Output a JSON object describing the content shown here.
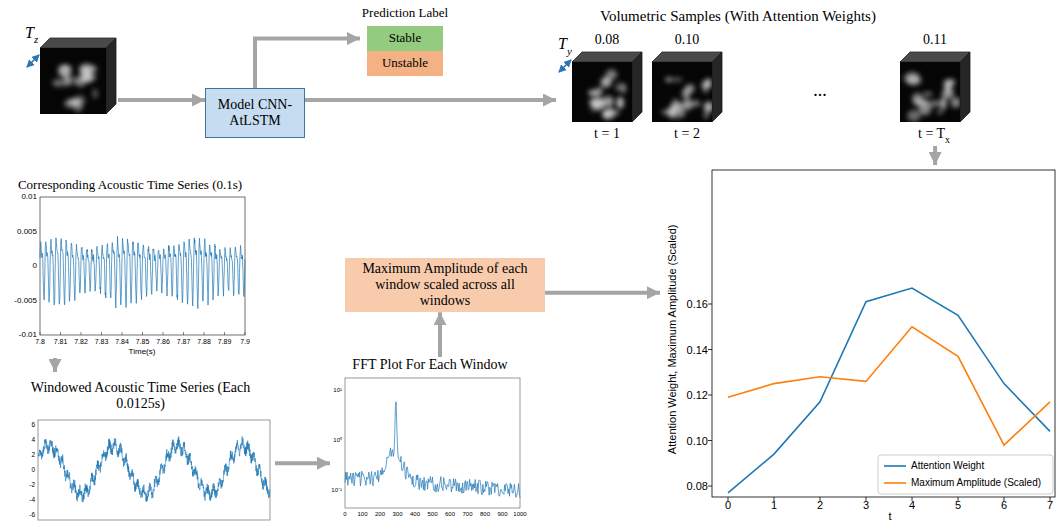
{
  "diagram": {
    "nodes": [
      {
        "text": [
          "T",
          "z"
        ]
      },
      {
        "text": [
          "Model CNN-AtLSTM"
        ]
      },
      {
        "text": [
          "Prediction Label"
        ]
      },
      {
        "text": [
          "Stable"
        ],
        "in": 2
      },
      {
        "text": [
          "Unstable"
        ],
        "in": 2
      },
      {
        "text": [
          "Volumetric Samples (With Attention Weights)"
        ]
      },
      {
        "text": [
          "0.08",
          "t = 1"
        ],
        "in": 5
      },
      {
        "text": [
          "0.10",
          "t = 2"
        ],
        "in": 5
      },
      {
        "text": [
          "0.11",
          "t = T",
          "x"
        ],
        "in": 5
      },
      {
        "text": [
          "Corresponding Acoustic Time Series (0.1s)"
        ]
      },
      {
        "text": [
          "Windowed Acoustic Time Series (Each 0.0125s)"
        ]
      },
      {
        "text": [
          "FFT Plot For Each Window"
        ]
      },
      {
        "text": [
          "Maximum Amplitude of each window scaled across all windows"
        ]
      },
      {
        "text": [
          "Attention Weight, Maximum Amplitude (Scaled)"
        ]
      }
    ],
    "edges": [
      {
        "from": 0,
        "to": 1,
        "arrow": "to"
      },
      {
        "from": 1,
        "to": 2,
        "arrow": "to"
      },
      {
        "from": 1,
        "to": 5,
        "arrow": "to"
      },
      {
        "from": 5,
        "to": 13,
        "arrow": "to"
      },
      {
        "from": 9,
        "to": 10,
        "arrow": "to"
      },
      {
        "from": 10,
        "to": 11,
        "arrow": "to"
      },
      {
        "from": 11,
        "to": 12,
        "arrow": "to"
      },
      {
        "from": 12,
        "to": 13,
        "arrow": "to"
      }
    ],
    "labels": [
      "T",
      "y",
      "...",
      "0.01",
      "0.005",
      "0",
      "-0.005",
      "-0.01",
      "7.8",
      "7.81",
      "7.82",
      "7.83",
      "7.84",
      "7.85",
      "7.86",
      "7.87",
      "7.88",
      "7.89",
      "7.9",
      "Time(s)",
      "6",
      "4",
      "2",
      "0",
      "-2",
      "-4",
      "-6",
      "0",
      "100",
      "200",
      "300",
      "400",
      "500",
      "600",
      "700",
      "800",
      "900",
      "1000",
      "10¹",
      "10⁰",
      "10⁻¹",
      "0.08",
      "0.10",
      "0.12",
      "0.14",
      "0.16",
      "0",
      "1",
      "2",
      "3",
      "4",
      "5",
      "6",
      "7",
      "t"
    ],
    "legend": [
      {
        "text": "Attention Weight"
      },
      {
        "text": "Maximum Amplitude (Scaled)"
      }
    ]
  }
}
